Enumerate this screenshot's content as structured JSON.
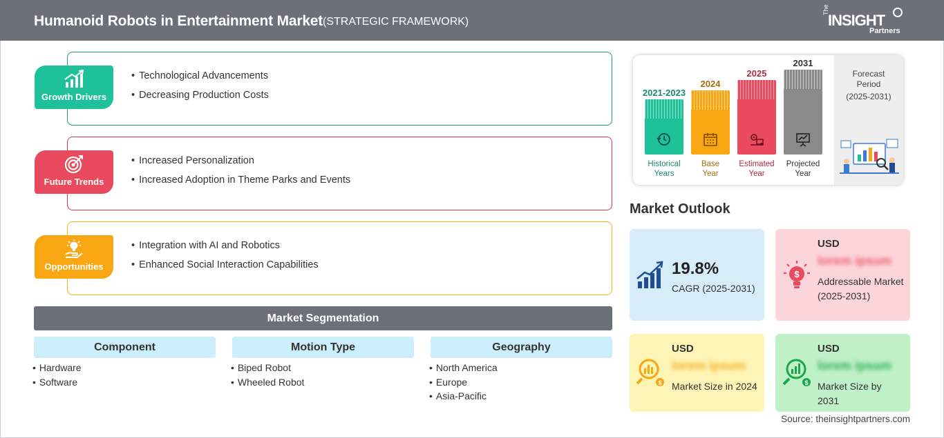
{
  "header": {
    "title": "Humanoid Robots in Entertainment Market",
    "subtitle": "(STRATEGIC FRAMEWORK)",
    "logo_the": "The",
    "logo_main": "INSIGHT",
    "logo_partners": "Partners"
  },
  "framework": [
    {
      "label": "Growth Drivers",
      "color": "#1fc19a",
      "border": "#1a9a7a",
      "icon": "growth-chart-icon",
      "items": [
        "Technological Advancements",
        "Decreasing Production Costs"
      ]
    },
    {
      "label": "Future Trends",
      "color": "#ea4a5e",
      "border": "#d8344b",
      "icon": "target-icon",
      "items": [
        "Increased Personalization",
        "Increased Adoption in Theme Parks and Events"
      ]
    },
    {
      "label": "Opportunities",
      "color": "#f8a612",
      "border": "#f5b418",
      "icon": "lightbulb-hand-icon",
      "items": [
        "Integration with AI and Robotics",
        "Enhanced Social Interaction Capabilities"
      ]
    }
  ],
  "segmentation": {
    "title": "Market Segmentation",
    "columns": [
      {
        "heading": "Component",
        "items": [
          "Hardware",
          "Software"
        ]
      },
      {
        "heading": "Motion Type",
        "items": [
          "Biped Robot",
          "Wheeled Robot"
        ]
      },
      {
        "heading": "Geography",
        "items": [
          "North America",
          "Europe",
          "Asia-Pacific"
        ]
      }
    ]
  },
  "timeline": {
    "bars": [
      {
        "year": "2021-2023",
        "label_line1": "Historical",
        "label_line2": "Years",
        "color": "#1fc19a",
        "text_color": "#178a6e",
        "icon": "history-icon",
        "level": 0.53
      },
      {
        "year": "2024",
        "label_line1": "Base",
        "label_line2": "Year",
        "color": "#f8a612",
        "text_color": "#a86d0a",
        "icon": "calendar-icon",
        "level": 0.62
      },
      {
        "year": "2025",
        "label_line1": "Estimated",
        "label_line2": "Year",
        "color": "#ea4a5e",
        "text_color": "#b22a3e",
        "icon": "gears-chart-icon",
        "level": 0.72
      },
      {
        "year": "2031",
        "label_line1": "Projected",
        "label_line2": "Year",
        "color": "#8a8a8a",
        "text_color": "#333333",
        "icon": "presentation-icon",
        "level": 0.82
      }
    ],
    "forecast_line1": "Forecast",
    "forecast_line2": "Period",
    "forecast_range": "(2025-2031)"
  },
  "outlook": {
    "title": "Market Outlook",
    "cagr_value": "19.8%",
    "cagr_label": "CAGR (2025-2031)",
    "tiles": [
      {
        "usd": "USD",
        "value": "lorem ipsum",
        "desc": "Addressable Market (2025-2031)",
        "bg": "#fbd5da",
        "accent": "#ea4a5e",
        "icon": "lightbulb-dollar-icon"
      },
      {
        "usd": "USD",
        "value": "lorem ipsum",
        "desc": "Market Size in 2024",
        "bg": "#fdf4b5",
        "accent": "#f8a612",
        "icon": "magnifier-chart-icon"
      },
      {
        "usd": "USD",
        "value": "lorem ipsum",
        "desc": "Market Size by 2031",
        "bg": "#bff0c8",
        "accent": "#1aa64a",
        "icon": "magnifier-growth-icon"
      }
    ],
    "cagr_bg": "#d6ecf8"
  },
  "source": "Source: theinsightpartners.com"
}
